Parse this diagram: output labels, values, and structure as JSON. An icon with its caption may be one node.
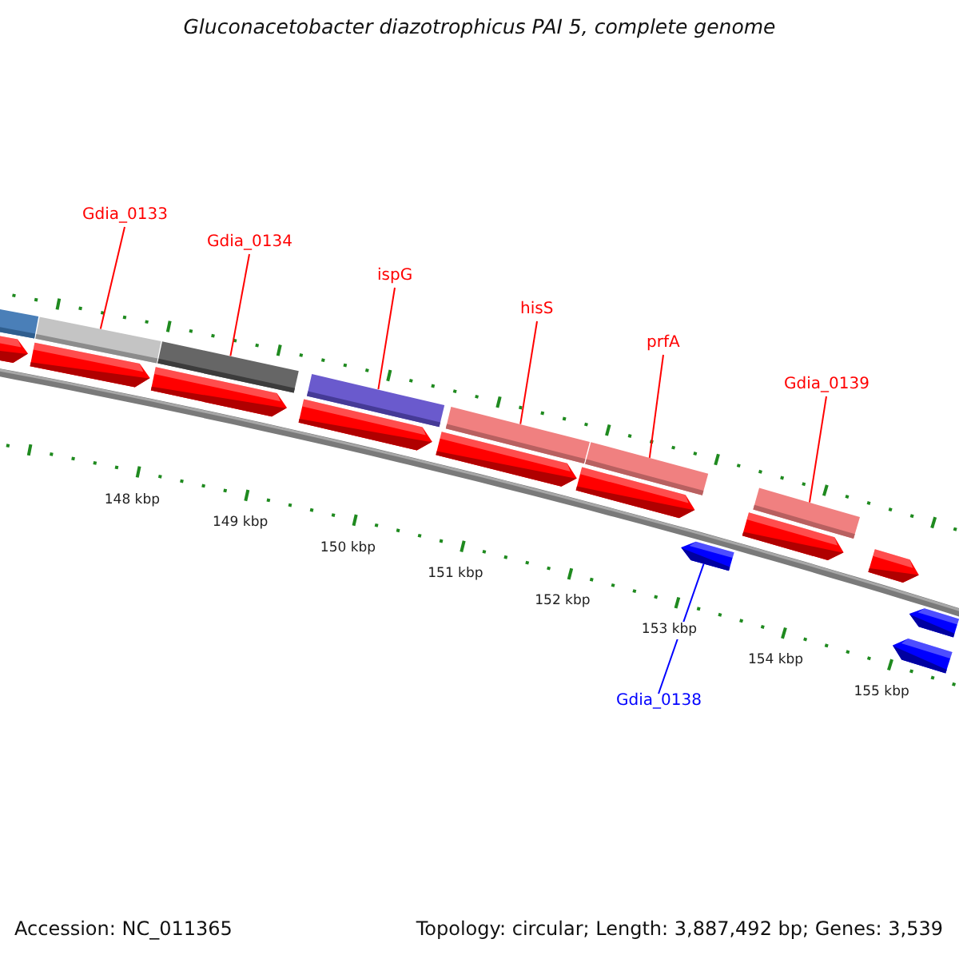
{
  "diagram": {
    "title": "Gluconacetobacter diazotrophicus PAI 5, complete genome",
    "nodes": [
      {
        "text": [
          "Gdia_0133"
        ]
      },
      {
        "text": [
          "Gdia_0134"
        ]
      },
      {
        "text": [
          "ispG"
        ]
      },
      {
        "text": [
          "hisS"
        ]
      },
      {
        "text": [
          "prfA"
        ]
      },
      {
        "text": [
          "Gdia_0139"
        ]
      },
      {
        "text": [
          "Gdia_0138"
        ]
      },
      {
        "text": [],
        "shape": "bar"
      },
      {
        "text": [],
        "shape": "bar"
      },
      {
        "text": [],
        "shape": "bar"
      },
      {
        "text": [],
        "shape": "bar"
      },
      {
        "text": [],
        "shape": "bar"
      },
      {
        "text": [],
        "shape": "bar"
      },
      {
        "text": [],
        "shape": "bar"
      },
      {
        "text": [],
        "shape": "arrow"
      },
      {
        "text": [],
        "shape": "arrow"
      },
      {
        "text": [],
        "shape": "arrow"
      },
      {
        "text": [],
        "shape": "arrow"
      },
      {
        "text": [],
        "shape": "arrow"
      },
      {
        "text": [],
        "shape": "arrow"
      },
      {
        "text": [],
        "shape": "arrow"
      },
      {
        "text": [],
        "shape": "arrow"
      },
      {
        "text": [],
        "shape": "arrow"
      },
      {
        "text": [],
        "shape": "arrow"
      },
      {
        "text": [],
        "shape": "arrow"
      }
    ],
    "edges": [
      {
        "from": 0,
        "to": 8,
        "arrow": "none"
      },
      {
        "from": 1,
        "to": 9,
        "arrow": "none"
      },
      {
        "from": 2,
        "to": 10,
        "arrow": "none"
      },
      {
        "from": 3,
        "to": 11,
        "arrow": "none"
      },
      {
        "from": 4,
        "to": 12,
        "arrow": "none"
      },
      {
        "from": 5,
        "to": 13,
        "arrow": "none"
      },
      {
        "from": 6,
        "to": 22,
        "arrow": "none",
        "color": "#0000ff"
      }
    ],
    "labels": [
      "148 kbp",
      "149 kbp",
      "150 kbp",
      "151 kbp",
      "152 kbp",
      "153 kbp",
      "154 kbp",
      "155 kbp",
      "Accession: NC_011365",
      "Topology: circular; Length: 3,887,492 bp; Genes: 3,539"
    ]
  }
}
